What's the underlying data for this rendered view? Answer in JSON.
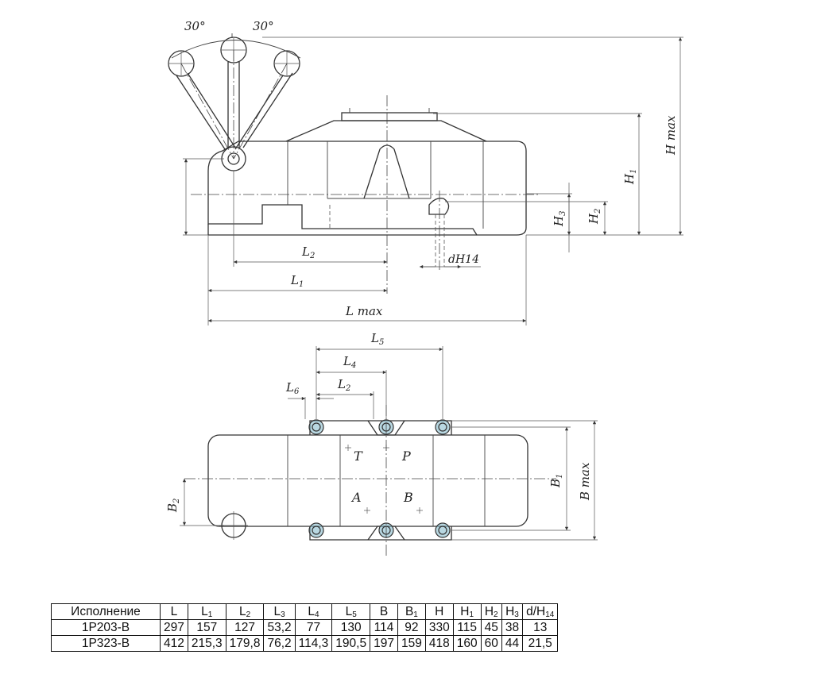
{
  "drawing": {
    "side_view": {
      "angle_left": "30°",
      "angle_right": "30°",
      "label_l2": "L",
      "label_l2_sub": "2",
      "label_l1": "L",
      "label_l1_sub": "1",
      "label_lmax": "L max",
      "label_dh14": "dH14",
      "label_h1": "H",
      "label_h1_sub": "1",
      "label_h2": "H",
      "label_h2_sub": "2",
      "label_h3": "H",
      "label_h3_sub": "3",
      "label_hmax": "H max"
    },
    "top_view": {
      "label_l5": "L",
      "label_l5_sub": "5",
      "label_l4": "L",
      "label_l4_sub": "4",
      "label_l2": "L",
      "label_l2_sub": "2",
      "label_l6": "L",
      "label_l6_sub": "6",
      "label_b1": "B",
      "label_b1_sub": "1",
      "label_b2": "B",
      "label_b2_sub": "2",
      "label_bmax": "B max",
      "port_t": "T",
      "port_p": "P",
      "port_a": "A",
      "port_b": "B"
    }
  },
  "table": {
    "headers": [
      {
        "base": "Исполнение",
        "sub": ""
      },
      {
        "base": "L",
        "sub": ""
      },
      {
        "base": "L",
        "sub": "1"
      },
      {
        "base": "L",
        "sub": "2"
      },
      {
        "base": "L",
        "sub": "3"
      },
      {
        "base": "L",
        "sub": "4"
      },
      {
        "base": "L",
        "sub": "5"
      },
      {
        "base": "B",
        "sub": ""
      },
      {
        "base": "B",
        "sub": "1"
      },
      {
        "base": "H",
        "sub": ""
      },
      {
        "base": "H",
        "sub": "1"
      },
      {
        "base": "H",
        "sub": "2"
      },
      {
        "base": "H",
        "sub": "3"
      },
      {
        "base": "d/H",
        "sub": "14"
      }
    ],
    "rows": [
      [
        "1Р203-В",
        "297",
        "157",
        "127",
        "53,2",
        "77",
        "130",
        "114",
        "92",
        "330",
        "115",
        "45",
        "38",
        "13"
      ],
      [
        "1Р323-В",
        "412",
        "215,3",
        "179,8",
        "76,2",
        "114,3",
        "190,5",
        "197",
        "159",
        "418",
        "160",
        "60",
        "44",
        "21,5"
      ]
    ]
  }
}
